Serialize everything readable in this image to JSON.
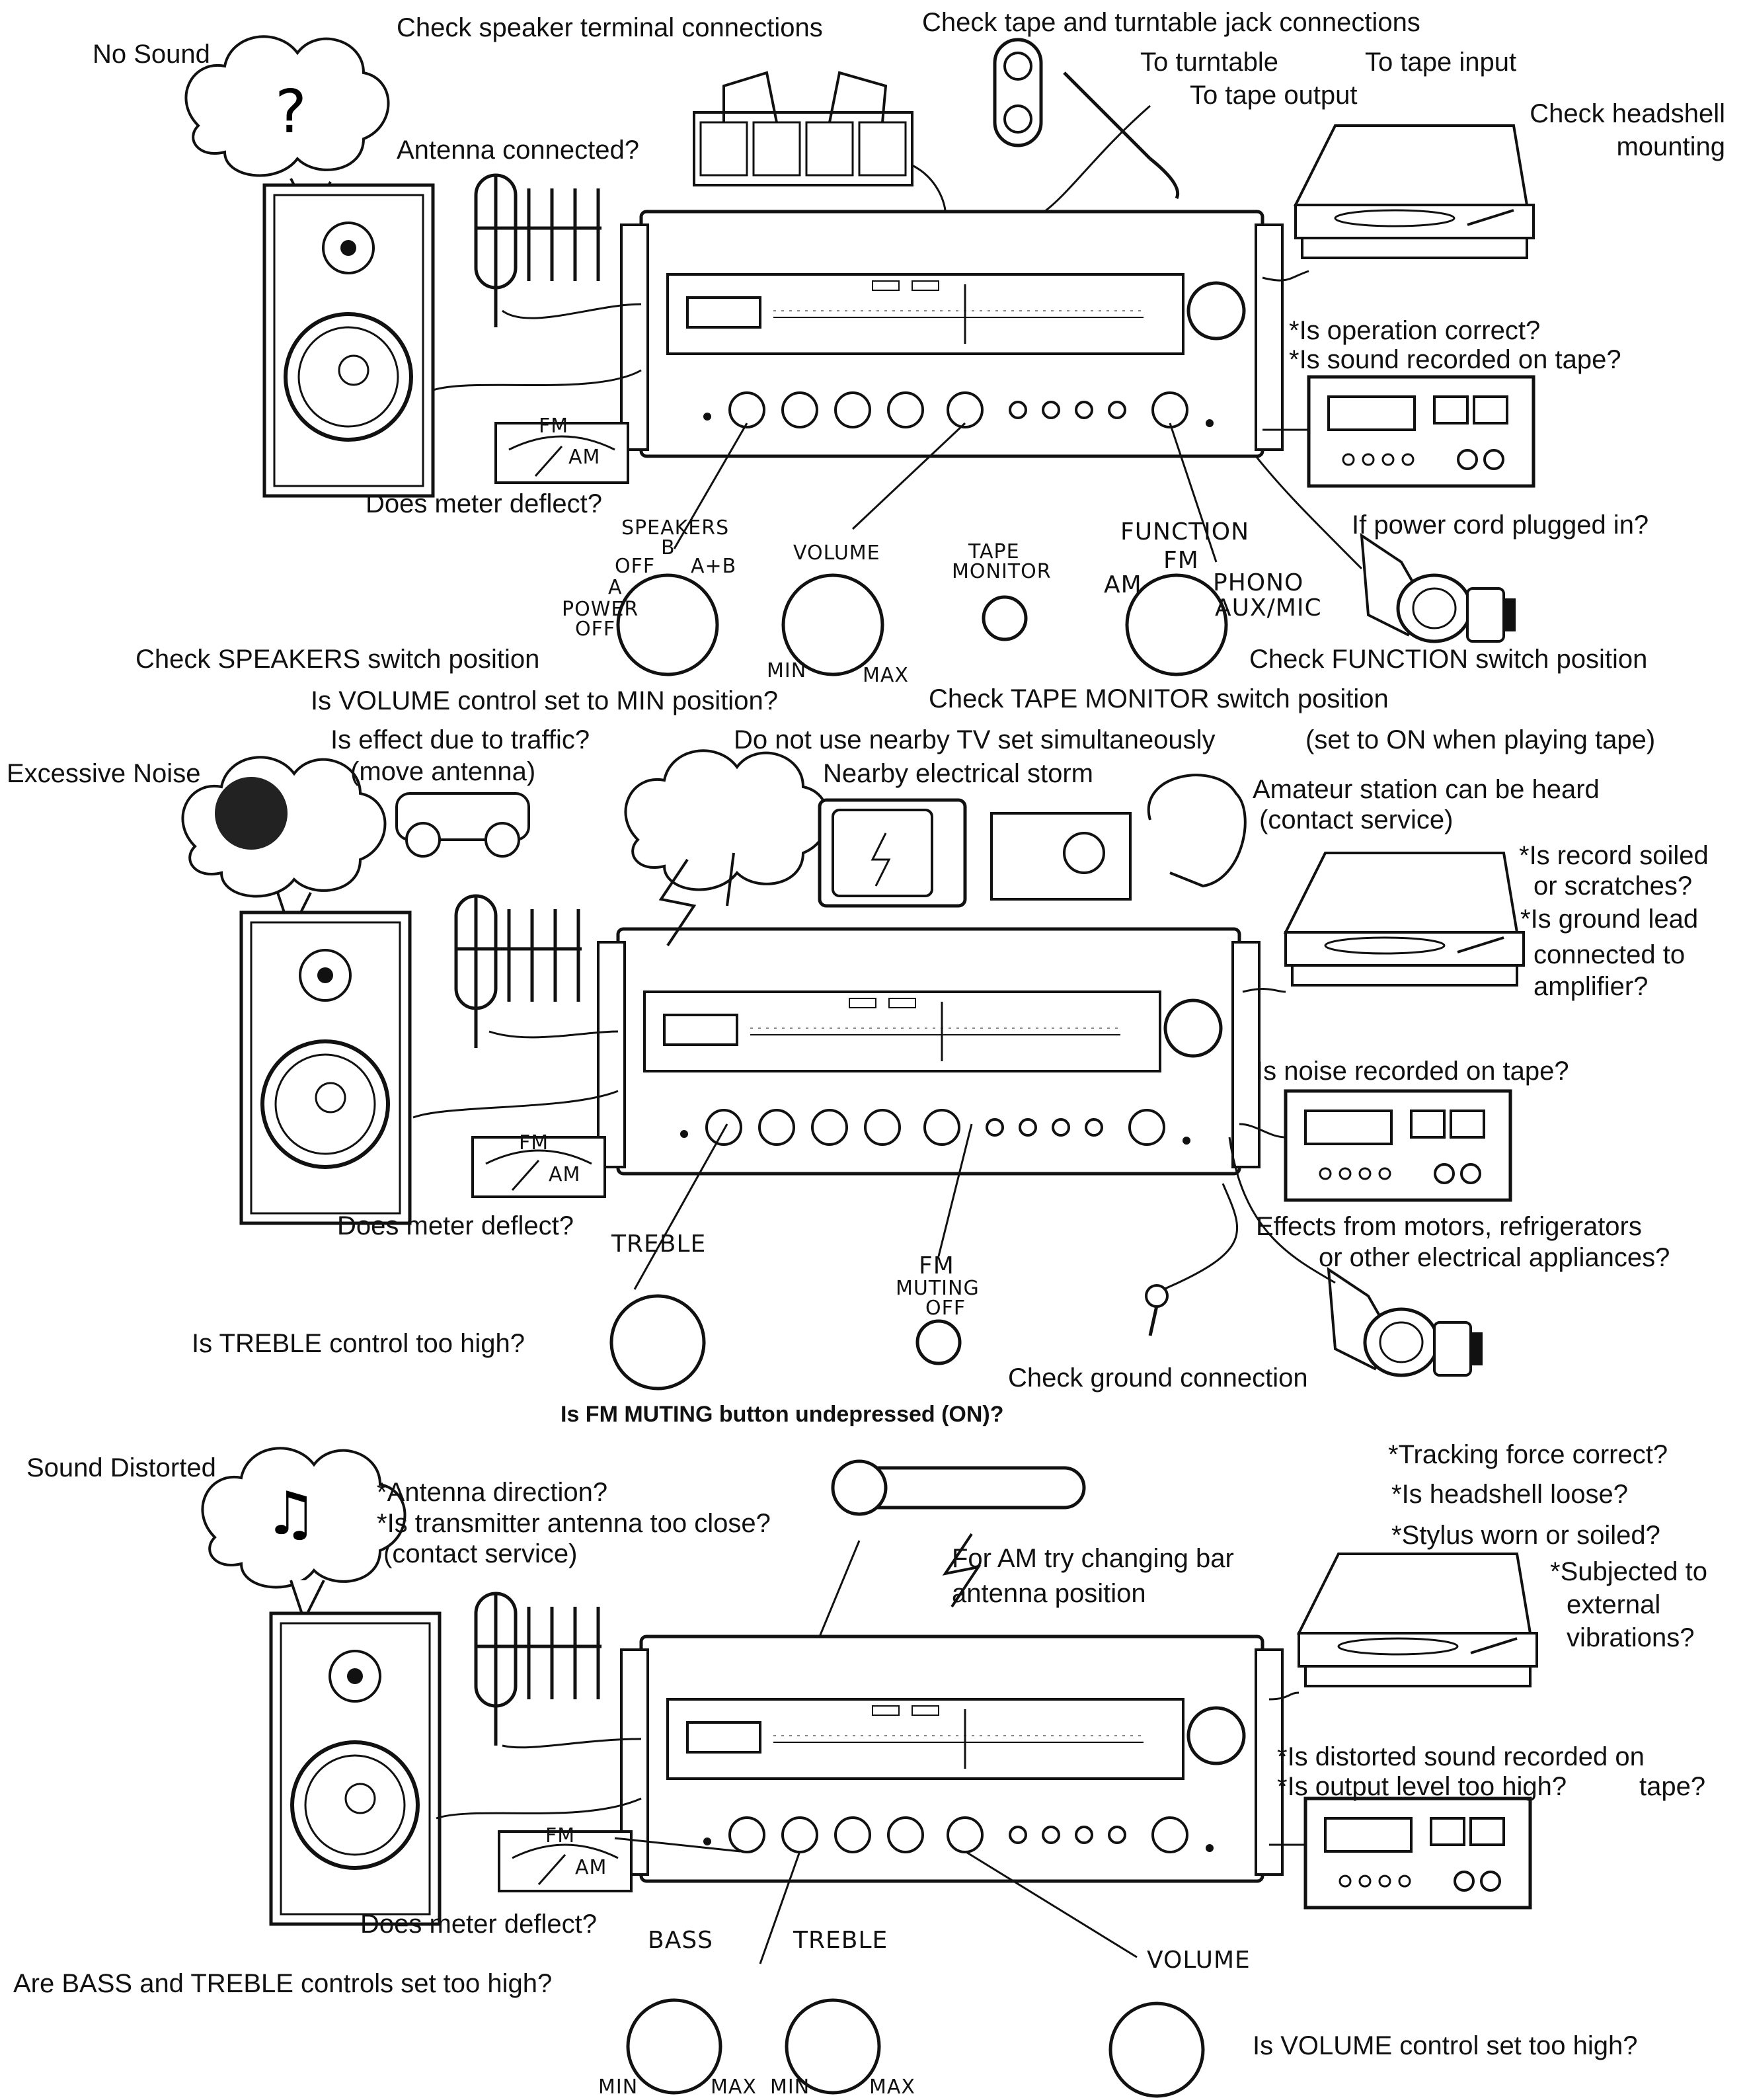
{
  "no_sound": {
    "title": "No Sound",
    "speaker_terminals": "Check speaker terminal connections",
    "jack_connections": "Check tape and turntable jack connections",
    "to_turntable": "To turntable",
    "to_tape_input": "To tape input",
    "to_tape_output": "To tape output",
    "headshell_1": "Check headshell",
    "headshell_2": "mounting",
    "antenna": "Antenna connected?",
    "operation": "*Is operation correct?",
    "sound_recorded": "*Is sound recorded on tape?",
    "meter": "Does meter deflect?",
    "power_cord": "If power cord plugged in?",
    "speakers_switch": "Check SPEAKERS switch position",
    "volume_min": "Is VOLUME control set to MIN position?",
    "tape_monitor_check": "Check TAPE MONITOR switch position",
    "function_check": "Check FUNCTION switch position",
    "tape_monitor_note": "(set to ON when playing tape)",
    "knobs": {
      "speakers": "SPEAKERS",
      "b": "B",
      "off": "OFF",
      "a_b": "A+B",
      "a": "A",
      "power_off_1": "POWER",
      "power_off_2": "OFF",
      "volume": "VOLUME",
      "min": "MIN",
      "max": "MAX",
      "tape_1": "TAPE",
      "tape_2": "MONITOR",
      "function": "FUNCTION",
      "fm": "FM",
      "am": "AM",
      "phono": "PHONO",
      "aux_mic": "AUX/MIC",
      "meter_fm": "FM",
      "meter_am": "AM"
    }
  },
  "excessive_noise": {
    "title": "Excessive Noise",
    "traffic_1": "Is effect due to traffic?",
    "traffic_2": "(move antenna)",
    "tv": "Do not use nearby TV set simultaneously",
    "storm": "Nearby electrical storm",
    "amateur_1": "Amateur station can be heard",
    "amateur_2": "(contact service)",
    "record_1": "*Is record soiled",
    "record_2": "or scratches?",
    "ground_1": "*Is ground lead",
    "ground_2": "connected to",
    "ground_3": "amplifier?",
    "noise_tape": "Is noise recorded on tape?",
    "meter": "Does meter deflect?",
    "motors_1": "Effects from motors, refrigerators",
    "motors_2": "or other electrical appliances?",
    "treble_knob": "TREBLE",
    "fm_muting_1": "FM",
    "fm_muting_2": "MUTING",
    "fm_muting_3": "OFF",
    "treble_high": "Is TREBLE control too high?",
    "ground_connection": "Check ground connection",
    "fm_muting_q": "Is FM MUTING button undepressed (ON)?",
    "meter_fm": "FM",
    "meter_am": "AM"
  },
  "sound_distorted": {
    "title": "Sound Distorted",
    "antenna_dir": "*Antenna direction?",
    "transmitter": "*Is transmitter antenna too close?",
    "contact": "(contact service)",
    "am_bar_1": "For AM try changing bar",
    "am_bar_2": "antenna position",
    "tracking": "*Tracking force correct?",
    "headshell": "*Is headshell loose?",
    "stylus": "*Stylus worn or soiled?",
    "vibration_1": "*Subjected to",
    "vibration_2": "external",
    "vibration_3": "vibrations?",
    "distorted_rec_1": "*Is distorted sound recorded on",
    "distorted_rec_2": "tape?",
    "output_level": "*Is output level too high?",
    "meter": "Does meter deflect?",
    "bass_knob": "BASS",
    "treble_knob": "TREBLE",
    "volume_knob": "VOLUME",
    "bass_treble_high": "Are BASS and TREBLE controls set too high?",
    "volume_high": "Is VOLUME control set too high?",
    "min1": "MIN",
    "max1": "MAX",
    "min2": "MIN",
    "max2": "MAX",
    "meter_fm": "FM",
    "meter_am": "AM"
  }
}
